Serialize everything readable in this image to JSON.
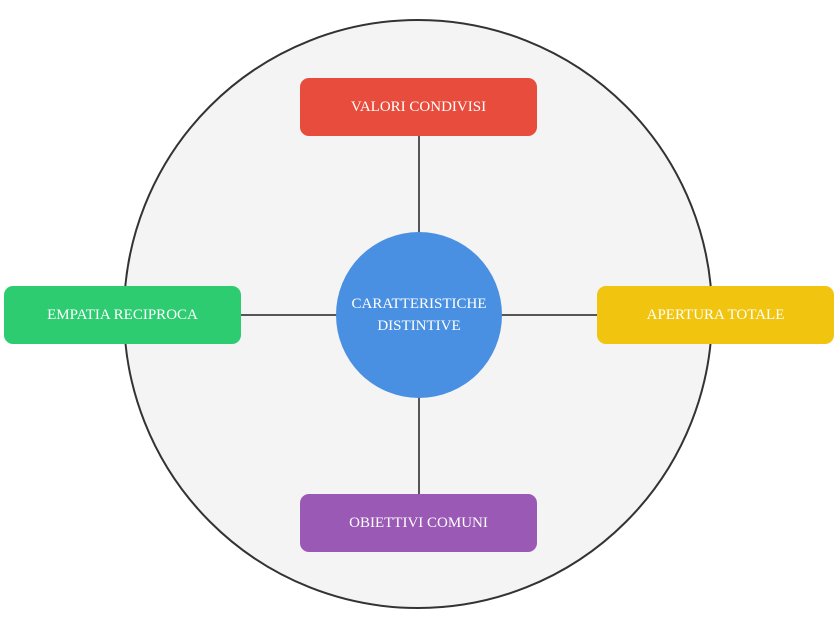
{
  "diagram": {
    "center": {
      "label_line1": "CARATTERISTICHE",
      "label_line2": "DISTINTIVE",
      "color": "#4A90E2"
    },
    "nodes": {
      "top": {
        "label": "VALORI CONDIVISI",
        "color": "#E74C3C"
      },
      "right": {
        "label": "APERTURA TOTALE",
        "color": "#F1C40F"
      },
      "bottom": {
        "label": "OBIETTIVI COMUNI",
        "color": "#9B59B6"
      },
      "left": {
        "label": "EMPATIA RECIPROCA",
        "color": "#2ECC71"
      }
    },
    "outer_circle_color": "#F4F4F4"
  }
}
